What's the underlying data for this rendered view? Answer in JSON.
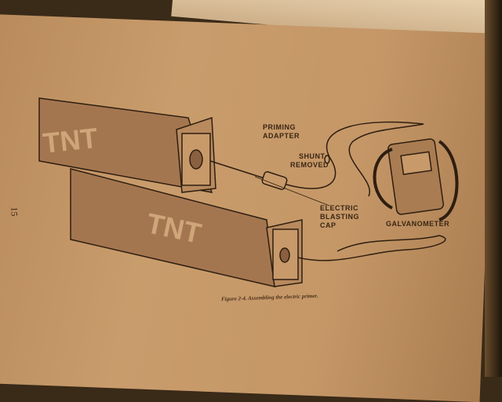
{
  "page_number": "15",
  "figure": {
    "caption_label": "Figure 2-4.",
    "caption_text": "Assembling the electric primer.",
    "labels": {
      "priming_adapter": [
        "PRIMING",
        "ADAPTER"
      ],
      "shunt_removed": [
        "SHUNT",
        "REMOVED"
      ],
      "electric_blasting_cap": [
        "ELECTRIC",
        "BLASTING",
        "CAP"
      ],
      "galvanometer": "GALVANOMETER",
      "tnt_top": "TNT",
      "tnt_bottom": "TNT"
    }
  }
}
